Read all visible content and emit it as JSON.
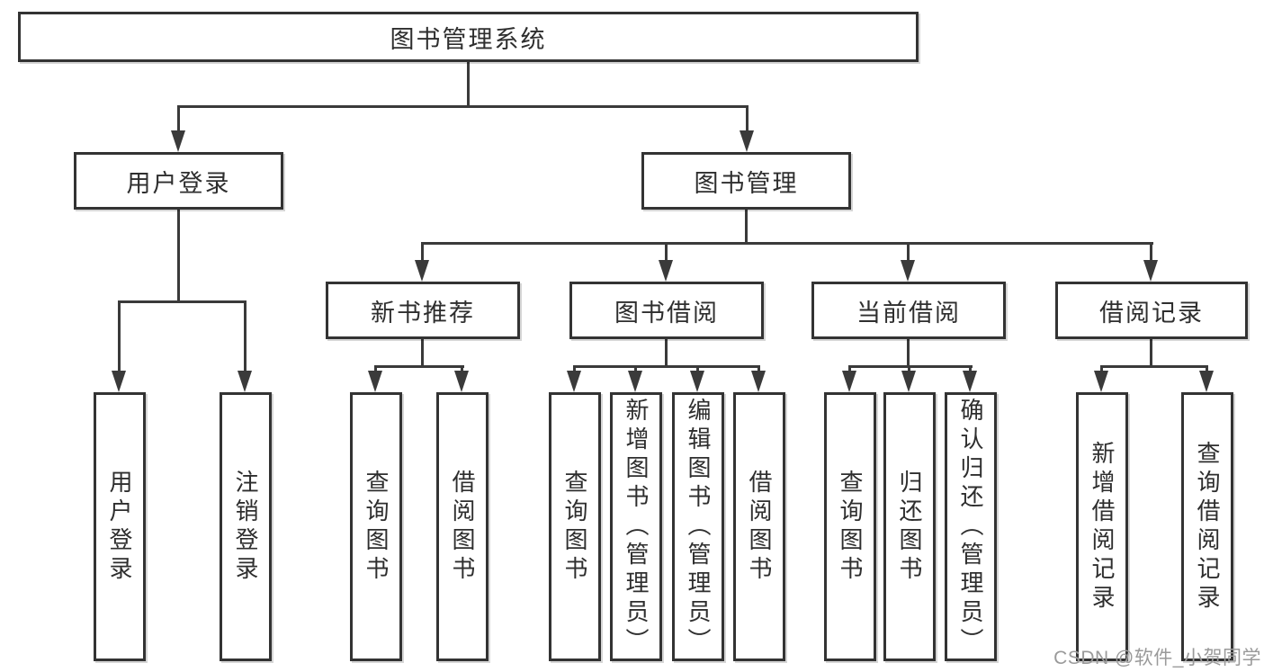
{
  "diagram": {
    "root": "图书管理系统",
    "level2": {
      "user_login": "用户登录",
      "book_mgmt": "图书管理"
    },
    "level3": {
      "new_books": "新书推荐",
      "book_borrow": "图书借阅",
      "current_borrow": "当前借阅",
      "borrow_records": "借阅记录"
    },
    "leaves": {
      "login": [
        "用户登录",
        "注销登录"
      ],
      "new_books": [
        "查询图书",
        "借阅图书"
      ],
      "book_borrow": [
        "查询图书",
        "新增图书（管理员）",
        "编辑图书（管理员）",
        "借阅图书"
      ],
      "current_borrow": [
        "查询图书",
        "归还图书",
        "确认归还（管理员）"
      ],
      "borrow_records": [
        "新增借阅记录",
        "查询借阅记录"
      ]
    },
    "colors": {
      "line": "#3a3a3a",
      "box_border": "#333333",
      "text": "#2e2e2e",
      "watermark": "#9a9a9a",
      "background": "#ffffff"
    }
  },
  "watermark": "CSDN @软件_小贺同学"
}
